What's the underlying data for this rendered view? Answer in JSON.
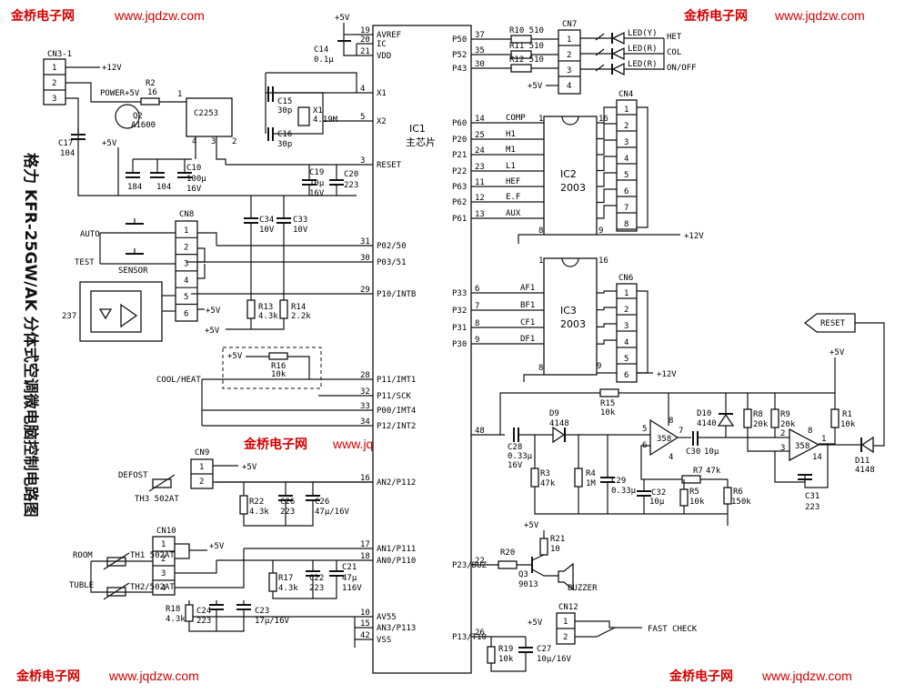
{
  "watermark": {
    "brand": "金桥电子网",
    "url": "www.jqdzw.com",
    "brand_color": "#d40000",
    "url_color": "#d40000"
  },
  "title": "格力 KFR-25GW/AK 分体式空调微电脑控制电路图",
  "ic1": {
    "name": "IC1",
    "subtitle": "主芯片"
  },
  "ic1_left_pins": [
    {
      "num": "19",
      "label": "AVREF"
    },
    {
      "num": "20",
      "label": "IC"
    },
    {
      "num": "21",
      "label": "VDD"
    },
    {
      "num": "4",
      "label": "X1"
    },
    {
      "num": "5",
      "label": "X2"
    },
    {
      "num": "3",
      "label": "RESET"
    },
    {
      "num": "31",
      "label": "P02/50"
    },
    {
      "num": "30",
      "label": "P03/51"
    },
    {
      "num": "29",
      "label": "P10/INTB"
    },
    {
      "num": "28",
      "label": "P11/IMT1"
    },
    {
      "num": "32",
      "label": "P11/SCK"
    },
    {
      "num": "33",
      "label": "P00/IMT4"
    },
    {
      "num": "34",
      "label": "P12/INT2"
    },
    {
      "num": "16",
      "label": "AN2/P112"
    },
    {
      "num": "17",
      "label": "AN1/P111"
    },
    {
      "num": "18",
      "label": "AN0/P110"
    },
    {
      "num": "10",
      "label": "AV55"
    },
    {
      "num": "15",
      "label": "AN3/P113"
    },
    {
      "num": "42",
      "label": "VSS"
    }
  ],
  "ic1_right_pins": [
    {
      "num": "37",
      "label": "P50"
    },
    {
      "num": "35",
      "label": "P52"
    },
    {
      "num": "30",
      "label": "P43"
    },
    {
      "num": "14",
      "label": "P60"
    },
    {
      "num": "25",
      "label": "P20"
    },
    {
      "num": "24",
      "label": "P21"
    },
    {
      "num": "23",
      "label": "P22"
    },
    {
      "num": "11",
      "label": "P63"
    },
    {
      "num": "12",
      "label": "P62"
    },
    {
      "num": "13",
      "label": "P61"
    },
    {
      "num": "6",
      "label": "P33"
    },
    {
      "num": "7",
      "label": "P32"
    },
    {
      "num": "8",
      "label": "P31"
    },
    {
      "num": "9",
      "label": "P30"
    },
    {
      "num": "48",
      "label": ""
    },
    {
      "num": "22",
      "label": "P23/BUZ"
    },
    {
      "num": "26",
      "label": "P13/T10"
    }
  ],
  "ic2": {
    "name": "IC2",
    "part": "2003",
    "inputs": [
      "COMP",
      "H1",
      "M1",
      "L1",
      "HEF",
      "E.F",
      "AUX"
    ],
    "pin1": "1",
    "pin16": "16",
    "pin8": "8",
    "pin9": "9"
  },
  "ic3": {
    "name": "IC3",
    "part": "2003",
    "inputs": [
      "AF1",
      "BF1",
      "CF1",
      "DF1"
    ],
    "pin1": "1",
    "pin16": "16",
    "pin8": "8",
    "pin9": "9"
  },
  "cn4": {
    "name": "CN4",
    "pins": [
      "1",
      "2",
      "3",
      "4",
      "5",
      "6",
      "7",
      "8"
    ]
  },
  "cn6": {
    "name": "CN6",
    "pins": [
      "1",
      "2",
      "3",
      "4",
      "5",
      "6"
    ]
  },
  "cn7": {
    "name": "CN7",
    "pins": [
      "1",
      "2",
      "3",
      "4"
    ],
    "resistors": [
      "R10 510",
      "R11 510",
      "R12 510"
    ],
    "leds": [
      "LED(Y)",
      "LED(R)",
      "LED(R)"
    ],
    "labels": [
      "HET",
      "COL",
      "ON/OFF"
    ]
  },
  "cn3": {
    "name": "CN3-1",
    "pins": [
      "1",
      "2",
      "3"
    ]
  },
  "cn8": {
    "name": "CN8",
    "pins": [
      "1",
      "2",
      "3",
      "4",
      "5",
      "6"
    ]
  },
  "cn9": {
    "name": "CN9",
    "pins": [
      "1",
      "2"
    ]
  },
  "cn10": {
    "name": "CN10",
    "pins": [
      "1",
      "2",
      "3",
      "4"
    ]
  },
  "cn12": {
    "name": "CN12",
    "pins": [
      "1",
      "2"
    ]
  },
  "labels": {
    "p12v": "+12V",
    "p5v": "+5V",
    "power5v": "POWER+5V",
    "r2": "R2",
    "r2v": "16",
    "q2": "Q2",
    "q2v": "A1600",
    "c2253": "C2253",
    "c17": "C17",
    "c17v": "104",
    "c184": "184",
    "c104": "104",
    "c10": "C10",
    "c10v": "100μ",
    "c10v2": "16V",
    "c14": "C14",
    "c14v": "0.1μ",
    "c15": "C15",
    "c15v": "30p",
    "x1": "X1",
    "x1v": "4.19M",
    "c16": "C16",
    "c16v": "30p",
    "c19": "C19",
    "c19v": "10μ",
    "c19v2": "16V",
    "c20": "C20",
    "c20v": "223",
    "c34": "C34",
    "c34v": "10V",
    "c33": "C33",
    "c33v": "10V",
    "r13": "R13",
    "r13v": "4.3k",
    "r14": "R14",
    "r14v": "2.2k",
    "auto": "AUTO",
    "test": "TEST",
    "sensor": "SENSOR",
    "n237": "237",
    "r16": "R16",
    "r16v": "10k",
    "coolheat": "COOL/HEAT",
    "defost": "DEFOST",
    "th3": "TH3 502AT",
    "r22": "R22",
    "r22v": "4.3k",
    "c26a": "C26",
    "c26av": "223",
    "c26b": "C26",
    "c26bv": "47μ/16V",
    "room": "ROOM",
    "tuble": "TUBLE",
    "th1": "TH1 502AT",
    "th2": "TH2/502AT",
    "r17": "R17",
    "r17v": "4.3k",
    "c22": "C22",
    "c22v": "223",
    "c21": "C21",
    "c21v": "47μ",
    "c21v2": "116V",
    "r18": "R18",
    "r18v": "4.3k",
    "c24": "C24",
    "c24v": "223",
    "c23": "C23",
    "c23v": "17μ/16V",
    "r15": "R15",
    "r15v": "10k",
    "d9": "D9",
    "d9v": "4148",
    "d10": "D10",
    "d10v": "4140",
    "r8": "R8",
    "r8v": "20k",
    "r9": "R9",
    "r9v": "20k",
    "r1": "R1",
    "r1v": "10k",
    "c28": "C28",
    "c28v": "0.33μ",
    "c28v2": "16V",
    "r3": "R3",
    "r3v": "47k",
    "r4": "R4",
    "r4v": "1M",
    "c29": "C29",
    "c29v": "0.33μ",
    "c32": "C32",
    "c32v": "10μ",
    "r5": "R5",
    "r5v": "10k",
    "r7": "R7",
    "r7v": "47k",
    "r6": "R6",
    "r6v": "150k",
    "c30": "C30",
    "c30v": "10μ",
    "c31": "C31",
    "c31v": "223",
    "u358a": "358",
    "u358b": "358",
    "d11": "D11",
    "d11v": "4148",
    "reset": "RESET",
    "r20": "R20",
    "r21": "R21",
    "r21v": "10",
    "q3": "Q3",
    "q3v": "9013",
    "buzzer": "BUZZER",
    "fastcheck": "FAST CHECK",
    "r19": "R19",
    "r19v": "10k",
    "c27": "C27",
    "c27v": "10μ/16V",
    "oa5": "5",
    "oa6": "6",
    "oa7": "7",
    "oa8": "8",
    "oa4": "4",
    "ob2": "2",
    "ob3": "3",
    "ob1": "1",
    "ob8": "8",
    "ob14": "14",
    "pin1": "1",
    "pin2": "2",
    "pin3": "3",
    "pin4": "4"
  }
}
